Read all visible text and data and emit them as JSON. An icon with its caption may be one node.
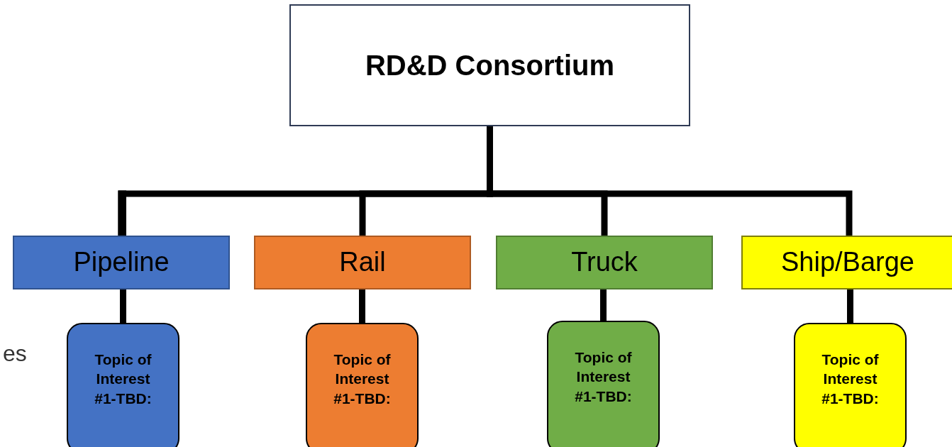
{
  "diagram": {
    "nodes": [
      {
        "text": [
          "RD&D Consortium"
        ]
      },
      {
        "text": [
          "Pipeline"
        ]
      },
      {
        "text": [
          "Rail"
        ]
      },
      {
        "text": [
          "Truck"
        ]
      },
      {
        "text": [
          "Ship/Barge"
        ]
      },
      {
        "text": [
          "Topic of Interest #1-TBD:"
        ]
      },
      {
        "text": [
          "Topic of Interest #1-TBD:"
        ]
      },
      {
        "text": [
          "Topic of Interest #1-TBD:"
        ]
      },
      {
        "text": [
          "Topic of Interest #1-TBD:"
        ]
      }
    ],
    "edges": [
      {
        "from": 0,
        "to": 1,
        "arrow": "none"
      },
      {
        "from": 0,
        "to": 2,
        "arrow": "none"
      },
      {
        "from": 0,
        "to": 3,
        "arrow": "none"
      },
      {
        "from": 0,
        "to": 4,
        "arrow": "none"
      },
      {
        "from": 1,
        "to": 5,
        "arrow": "none"
      },
      {
        "from": 2,
        "to": 6,
        "arrow": "none"
      },
      {
        "from": 3,
        "to": 7,
        "arrow": "none"
      },
      {
        "from": 4,
        "to": 8,
        "arrow": "none"
      }
    ],
    "labels": [
      "es"
    ]
  }
}
